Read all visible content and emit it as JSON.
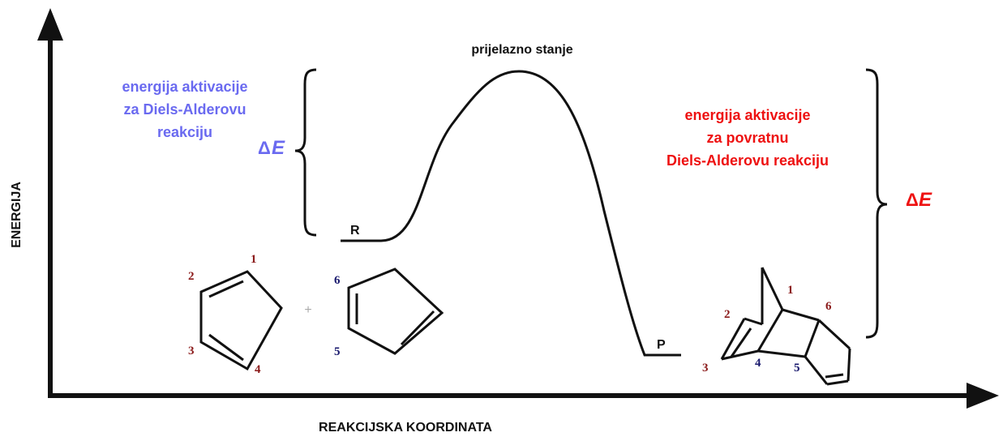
{
  "axes": {
    "x_label": "REAKCIJSKA KOORDINATA",
    "y_label": "ENERGIJA"
  },
  "curve": {
    "transition_state": "prijelazno stanje",
    "reactant_label": "R",
    "product_label": "P"
  },
  "forward": {
    "lines": [
      "energija aktivacije",
      "za Diels-Alderovu",
      "reakciju"
    ],
    "delta_symbol": "Δ",
    "e_symbol": "E",
    "color": "#6a6af0"
  },
  "reverse": {
    "lines": [
      "energija aktivacije",
      "za povratnu",
      "Diels-Alderovu reakciju"
    ],
    "delta_symbol": "Δ",
    "e_symbol": "E",
    "color": "#ee1111"
  },
  "diene_numbers": [
    "1",
    "2",
    "3",
    "4"
  ],
  "dienophile_numbers": [
    "6",
    "5"
  ],
  "product_numbers": [
    "1",
    "2",
    "3",
    "4",
    "5",
    "6"
  ],
  "plus_sign": "+",
  "colors": {
    "diene_numbers": "#8b1a1a",
    "dienophile_numbers": "#1a1a6e",
    "line": "#111111"
  }
}
